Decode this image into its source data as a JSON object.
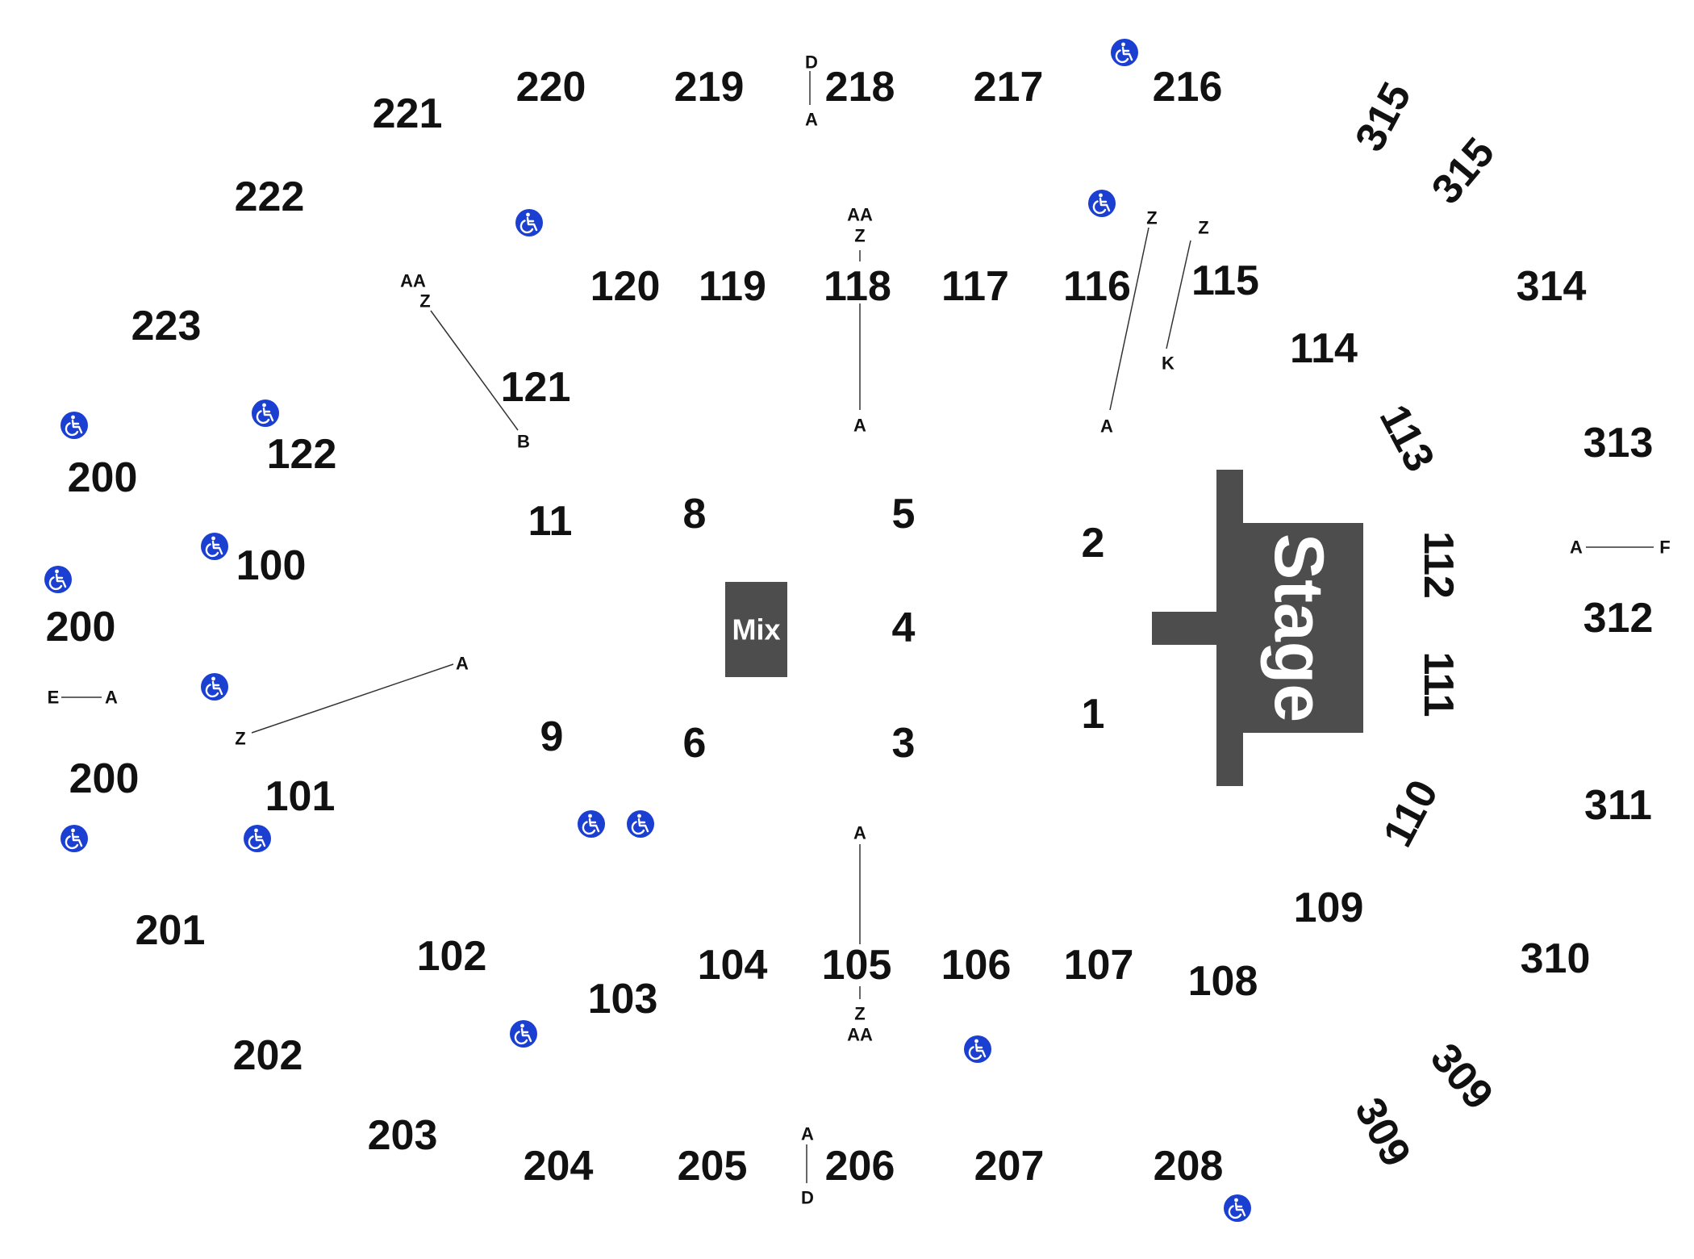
{
  "colors": {
    "stage": "#4d4d4d",
    "mix": "#4d4d4d",
    "text": "#111111",
    "wheelchair": "#1a3fd1",
    "background": "#ffffff"
  },
  "icons": {
    "accessible": "wheelchair-icon"
  },
  "stage": {
    "label": "Stage"
  },
  "mix": {
    "label": "Mix"
  },
  "sections": [
    "221",
    "220",
    "219",
    "218",
    "217",
    "216",
    "315",
    "315",
    "222",
    "223",
    "120",
    "119",
    "118",
    "117",
    "116",
    "115",
    "314",
    "114",
    "121",
    "122",
    "113",
    "313",
    "200",
    "11",
    "8",
    "5",
    "2",
    "100",
    "112",
    "200",
    "4",
    "312",
    "111",
    "9",
    "6",
    "3",
    "1",
    "200",
    "101",
    "110",
    "311",
    "109",
    "201",
    "102",
    "104",
    "105",
    "106",
    "107",
    "108",
    "103",
    "310",
    "202",
    "309",
    "309",
    "203",
    "204",
    "205",
    "206",
    "207",
    "208"
  ],
  "row_labels": [
    "D",
    "A",
    "AA",
    "Z",
    "AA",
    "Z",
    "Z",
    "Z",
    "K",
    "A",
    "A",
    "B",
    "A",
    "F",
    "E",
    "A",
    "A",
    "Z",
    "A",
    "Z",
    "AA",
    "A",
    "D"
  ]
}
